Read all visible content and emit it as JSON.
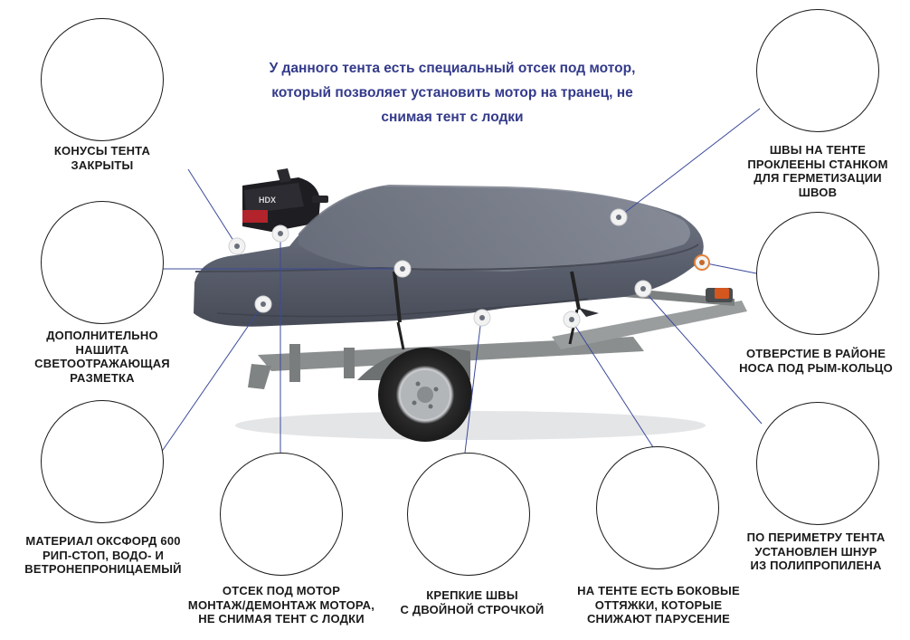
{
  "headline": [
    "У данного тента есть специальный отсек под мотор,",
    "который позволяет установить мотор на транец, не",
    "снимая тент с лодки"
  ],
  "motor_brand": "HDX",
  "colors": {
    "headline": "#333a8a",
    "leader_line": "#3b4a9a",
    "cover": "#5d6270",
    "caption": "#1a1a1a"
  },
  "callouts": [
    {
      "id": "cones",
      "lines": [
        "КОНУСЫ ТЕНТА",
        "ЗАКРЫТЫ"
      ]
    },
    {
      "id": "reflective",
      "lines": [
        "ДОПОЛНИТЕЛЬНО",
        "НАШИТА",
        "СВЕТООТРАЖАЮЩАЯ",
        "РАЗМЕТКА"
      ]
    },
    {
      "id": "material",
      "lines": [
        "МАТЕРИАЛ ОКСФОРД 600",
        "РИП-СТОП, ВОДО- И",
        "ВЕТРОНЕПРОНИЦАЕМЫЙ"
      ]
    },
    {
      "id": "motor-bay",
      "lines": [
        "ОТСЕК ПОД МОТОР",
        "МОНТАЖ/ДЕМОНТАЖ МОТОРА,",
        "НЕ СНИМАЯ ТЕНТ С ЛОДКИ"
      ]
    },
    {
      "id": "seams",
      "lines": [
        "КРЕПКИЕ ШВЫ",
        "С ДВОЙНОЙ СТРОЧКОЙ"
      ]
    },
    {
      "id": "side-straps",
      "lines": [
        "НА ТЕНТЕ ЕСТЬ БОКОВЫЕ",
        "ОТТЯЖКИ, КОТОРЫЕ",
        "СНИЖАЮТ ПАРУСЕНИЕ"
      ]
    },
    {
      "id": "taped-seams",
      "lines": [
        "ШВЫ НА ТЕНТЕ",
        "ПРОКЛЕЕНЫ СТАНКОМ",
        "ДЛЯ ГЕРМЕТИЗАЦИИ",
        "ШВОВ"
      ]
    },
    {
      "id": "bow-hole",
      "lines": [
        "ОТВЕРСТИЕ В РАЙОНЕ",
        "НОСА ПОД РЫМ-КОЛЬЦО"
      ]
    },
    {
      "id": "perimeter-cord",
      "lines": [
        "ПО ПЕРИМЕТРУ ТЕНТА",
        "УСТАНОВЛЕН ШНУР",
        "ИЗ ПОЛИПРОПИЛЕНА"
      ]
    }
  ]
}
